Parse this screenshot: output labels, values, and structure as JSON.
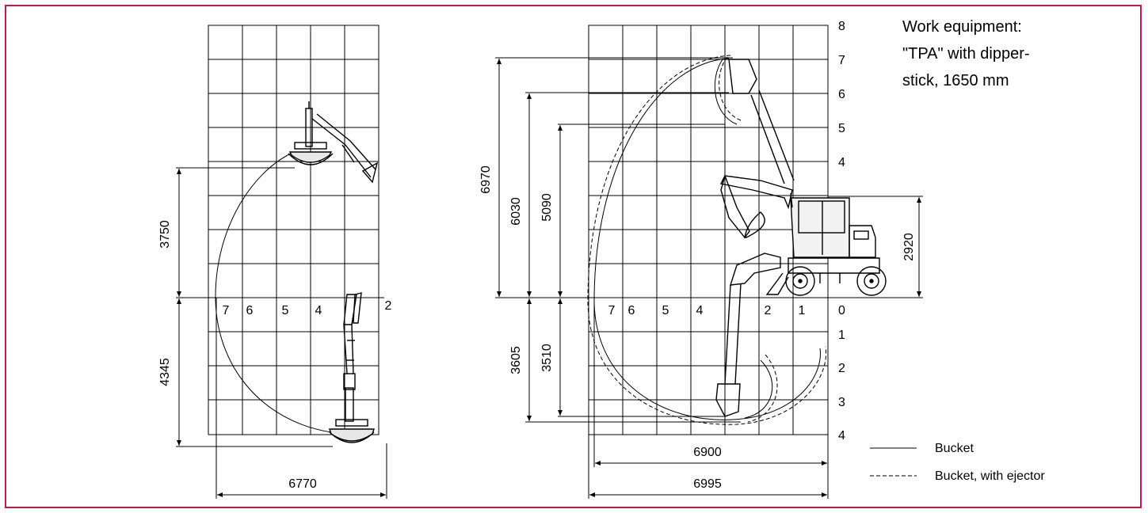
{
  "title": {
    "line1": "Work equipment:",
    "line2": "\"TPA\" with dipper-",
    "line3": "stick, 1650 mm"
  },
  "left_view": {
    "dims": {
      "upper": "3750",
      "lower": "4345",
      "width": "6770"
    },
    "grid_labels": [
      "7",
      "6",
      "5",
      "4",
      "2"
    ]
  },
  "right_view": {
    "dims": {
      "height1": "6970",
      "height2": "6030",
      "height3": "5090",
      "depth1": "3605",
      "depth2": "3510",
      "machine_height": "2920",
      "reach1": "6900",
      "reach2": "6995"
    },
    "y_labels": [
      "8",
      "7",
      "6",
      "5",
      "4",
      "0",
      "1",
      "2",
      "3",
      "4"
    ],
    "x_labels": [
      "7",
      "6",
      "5",
      "4",
      "2",
      "1"
    ]
  },
  "legend": {
    "solid": "Bucket",
    "dashed": "Bucket, with ejector"
  }
}
